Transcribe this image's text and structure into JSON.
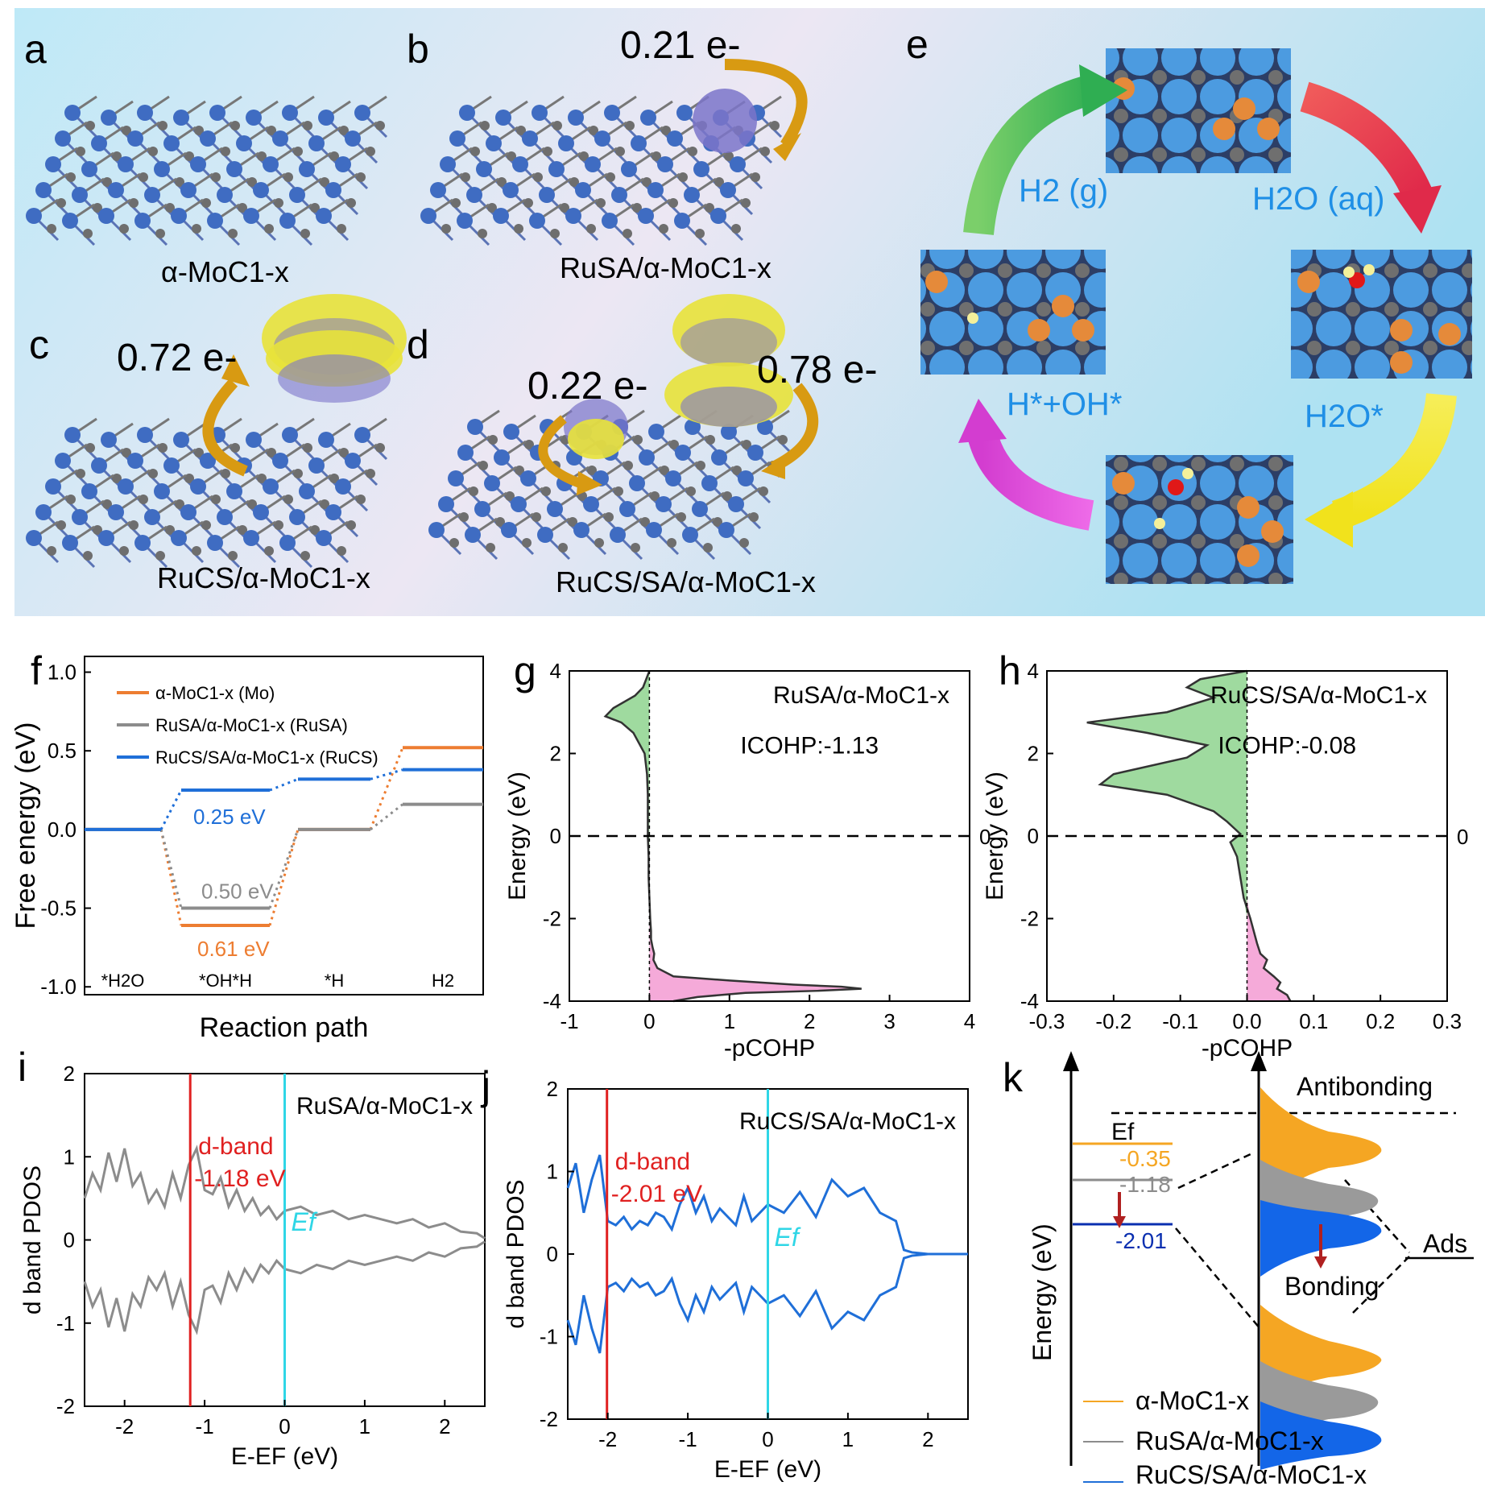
{
  "colors": {
    "orange": "#ED7D31",
    "gray": "#8C8C8C",
    "blue": "#1F6FD8",
    "red": "#E02020",
    "cyan": "#2FD6E6",
    "green": "#8ED38E",
    "pink": "#F39BD2",
    "mo": "#3F6CC2",
    "carbon": "#6E6E6E",
    "ru": "#E58A3A",
    "isoYellow": "#E8E23A",
    "isoPurple": "#7B74C9"
  },
  "panels": {
    "a": "a",
    "b": "b",
    "c": "c",
    "d": "d",
    "e": "e",
    "f": "f",
    "g": "g",
    "h": "h",
    "i": "i",
    "j": "j",
    "k": "k"
  },
  "top": {
    "a_label": "α-MoC1-x",
    "b_label": "RuSA/α-MoC1-x",
    "c_label": "RuCS/α-MoC1-x",
    "d_label": "RuCS/SA/α-MoC1-x",
    "b_charge": "0.21 e-",
    "c_charge": "0.72 e-",
    "d_charge_left": "0.22 e-",
    "d_charge_right": "0.78 e-",
    "e_steps": [
      "H2 (g)",
      "H2O (aq)",
      "H2O*",
      "H*+OH*"
    ]
  },
  "chart_data": [
    {
      "panel": "f",
      "type": "line",
      "ylabel": "Free energy (eV)",
      "xlabel": "Reaction path",
      "categories": [
        "*H2O",
        "*OH*H",
        "*H",
        "H2"
      ],
      "ylim": [
        -1.05,
        1.1
      ],
      "yticks": [
        "1.0",
        "0.5",
        "0.0",
        "-0.5",
        "-1.0"
      ],
      "series": [
        {
          "name": "α-MoC1-x (Mo)",
          "color": "#ED7D31",
          "values": [
            0,
            -0.61,
            0,
            0.52
          ]
        },
        {
          "name": "RuSA/α-MoC1-x (RuSA)",
          "color": "#8C8C8C",
          "values": [
            0,
            -0.5,
            0,
            0.16
          ]
        },
        {
          "name": "RuCS/SA/α-MoC1-x (RuCS)",
          "color": "#1F6FD8",
          "values": [
            0,
            0.25,
            0.32,
            0.38
          ]
        }
      ],
      "annotations": [
        "0.25 eV",
        "0.50 eV",
        "0.61 eV"
      ]
    },
    {
      "panel": "g",
      "type": "area",
      "title": "RuSA/α-MoC1-x",
      "xlabel": "-pCOHP",
      "ylabel": "Energy (eV)",
      "xlim": [
        -1,
        4
      ],
      "ylim": [
        -4,
        4
      ],
      "xticks": [
        "-1",
        "0",
        "1",
        "2",
        "3",
        "4"
      ],
      "yticks": [
        "4",
        "2",
        "0",
        "-2",
        "-4"
      ],
      "annotation": "ICOHP:-1.13",
      "fermi_label": "0",
      "x": [
        0,
        -0.02,
        -0.05,
        -0.08,
        -0.18,
        -0.45,
        -0.55,
        -0.35,
        -0.2,
        -0.06,
        -0.03,
        -0.02,
        -0.02,
        -0.02,
        -0.01,
        -0.01,
        0,
        0.01,
        0.02,
        0.02,
        0.04,
        0.06,
        0.05,
        0.1,
        0.3,
        1.0,
        1.8,
        2.4,
        2.65,
        2.1,
        1.2,
        0.6,
        0.3
      ],
      "y": [
        4,
        3.9,
        3.75,
        3.6,
        3.4,
        3.1,
        2.9,
        2.75,
        2.5,
        2.0,
        1.5,
        1.0,
        0.5,
        0.0,
        -0.5,
        -1.0,
        -1.5,
        -2.0,
        -2.3,
        -2.5,
        -2.7,
        -2.85,
        -3.0,
        -3.2,
        -3.4,
        -3.5,
        -3.6,
        -3.65,
        -3.7,
        -3.75,
        -3.8,
        -3.9,
        -4.0
      ]
    },
    {
      "panel": "h",
      "type": "area",
      "title": "RuCS/SA/α-MoC1-x",
      "xlabel": "-pCOHP",
      "ylabel": "Energy (eV)",
      "xlim": [
        -0.3,
        0.3
      ],
      "ylim": [
        -4,
        4
      ],
      "xticks": [
        "-0.3",
        "-0.2",
        "-0.1",
        "0.0",
        "0.1",
        "0.2",
        "0.3"
      ],
      "yticks": [
        "4",
        "2",
        "0",
        "-2",
        "-4"
      ],
      "annotation": "ICOHP:-0.08",
      "fermi_label": "0",
      "x": [
        0,
        -0.07,
        -0.09,
        -0.05,
        -0.12,
        -0.24,
        -0.15,
        -0.06,
        -0.09,
        -0.2,
        -0.22,
        -0.12,
        -0.05,
        -0.03,
        -0.02,
        -0.01,
        -0.025,
        -0.015,
        -0.01,
        -0.005,
        0.005,
        0.01,
        0.015,
        0.02,
        0.03,
        0.025,
        0.04,
        0.05,
        0.045,
        0.06,
        0.065
      ],
      "y": [
        4,
        3.8,
        3.6,
        3.35,
        3.0,
        2.75,
        2.5,
        2.2,
        1.9,
        1.5,
        1.25,
        1.0,
        0.6,
        0.35,
        0.2,
        0.05,
        -0.15,
        -0.5,
        -1.0,
        -1.5,
        -2.0,
        -2.3,
        -2.6,
        -2.85,
        -3.0,
        -3.2,
        -3.4,
        -3.55,
        -3.7,
        -3.85,
        -4.0
      ]
    },
    {
      "panel": "i",
      "type": "line",
      "title": "RuSA/α-MoC1-x",
      "xlabel": "E-EF (eV)",
      "ylabel": "d band PDOS",
      "xlim": [
        -2.5,
        2.5
      ],
      "ylim": [
        -2,
        2
      ],
      "xticks": [
        "-2",
        "-1",
        "0",
        "1",
        "2"
      ],
      "yticks": [
        "2",
        "1",
        "0",
        "-1",
        "-2"
      ],
      "d_band_label": "d-band",
      "d_band_value": "-1.18 eV",
      "d_band_center": -1.18,
      "ef_label": "Ef",
      "x": [
        -2.5,
        -2.4,
        -2.3,
        -2.2,
        -2.1,
        -2.0,
        -1.9,
        -1.8,
        -1.7,
        -1.6,
        -1.5,
        -1.4,
        -1.3,
        -1.2,
        -1.1,
        -1.0,
        -0.9,
        -0.8,
        -0.7,
        -0.6,
        -0.5,
        -0.4,
        -0.3,
        -0.2,
        -0.1,
        0.0,
        0.2,
        0.4,
        0.6,
        0.8,
        1.0,
        1.2,
        1.4,
        1.6,
        1.8,
        2.0,
        2.2,
        2.4,
        2.5
      ],
      "values": [
        0.5,
        0.8,
        0.6,
        1.05,
        0.7,
        1.1,
        0.65,
        0.8,
        0.45,
        0.6,
        0.4,
        0.8,
        0.5,
        0.9,
        1.1,
        0.6,
        0.55,
        0.75,
        0.4,
        0.6,
        0.35,
        0.5,
        0.3,
        0.4,
        0.25,
        0.35,
        0.4,
        0.3,
        0.35,
        0.25,
        0.3,
        0.25,
        0.2,
        0.25,
        0.15,
        0.2,
        0.1,
        0.08,
        0.02
      ]
    },
    {
      "panel": "j",
      "type": "line",
      "title": "RuCS/SA/α-MoC1-x",
      "xlabel": "E-EF (eV)",
      "ylabel": "d band PDOS",
      "xlim": [
        -2.5,
        2.5
      ],
      "ylim": [
        -2,
        2
      ],
      "xticks": [
        "-2",
        "-1",
        "0",
        "1",
        "2"
      ],
      "yticks": [
        "2",
        "1",
        "0",
        "-1",
        "-2"
      ],
      "d_band_label": "d-band",
      "d_band_value": "-2.01 eV",
      "d_band_center": -2.01,
      "ef_label": "Ef",
      "x": [
        -2.5,
        -2.4,
        -2.3,
        -2.2,
        -2.1,
        -2.0,
        -1.9,
        -1.8,
        -1.7,
        -1.6,
        -1.5,
        -1.4,
        -1.3,
        -1.2,
        -1.1,
        -1.0,
        -0.9,
        -0.8,
        -0.7,
        -0.6,
        -0.5,
        -0.4,
        -0.3,
        -0.2,
        -0.1,
        0.0,
        0.2,
        0.4,
        0.6,
        0.8,
        1.0,
        1.2,
        1.4,
        1.6,
        1.7,
        1.8,
        2.0,
        2.2,
        2.5
      ],
      "values": [
        0.8,
        1.1,
        0.5,
        0.9,
        1.2,
        0.4,
        0.35,
        0.45,
        0.3,
        0.4,
        0.35,
        0.5,
        0.45,
        0.3,
        0.6,
        0.8,
        0.5,
        0.7,
        0.4,
        0.55,
        0.45,
        0.35,
        0.7,
        0.4,
        0.5,
        0.6,
        0.5,
        0.75,
        0.45,
        0.9,
        0.7,
        0.8,
        0.5,
        0.4,
        0.05,
        0.02,
        0,
        0,
        0
      ]
    }
  ],
  "k": {
    "ylabel": "Energy (eV)",
    "ef_label": "Ef",
    "antibonding": "Antibonding",
    "bonding": "Bonding",
    "ads": "Ads",
    "levels": [
      "-0.35",
      "-1.18",
      "-2.01"
    ],
    "legend": [
      "α-MoC1-x",
      "RuSA/α-MoC1-x",
      "RuCS/SA/α-MoC1-x"
    ]
  }
}
